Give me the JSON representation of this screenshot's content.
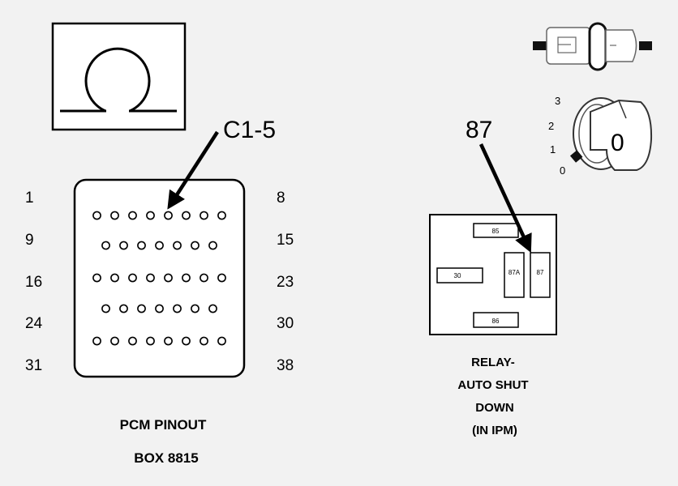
{
  "pcm": {
    "callout": "C1-5",
    "row_start_labels": [
      "1",
      "9",
      "16",
      "24",
      "31"
    ],
    "row_end_labels": [
      "8",
      "15",
      "23",
      "30",
      "38"
    ],
    "pins_per_row": [
      8,
      7,
      8,
      7,
      8
    ],
    "caption_line1": "PCM PINOUT",
    "caption_line2": "BOX 8815"
  },
  "relay": {
    "callout": "87",
    "terminals": {
      "t85": "85",
      "t30": "30",
      "t87a": "87A",
      "t87": "87",
      "t86": "86"
    },
    "caption_lines": [
      "RELAY-",
      "AUTO SHUT",
      "DOWN",
      "(IN IPM)"
    ]
  },
  "ignition": {
    "positions": [
      "3",
      "2",
      "1",
      "0"
    ],
    "current_position": "0"
  },
  "icons": {
    "ohm": "ohmmeter-symbol-icon",
    "connector": "connector-icon",
    "key": "ignition-key-icon"
  },
  "colors": {
    "background": "#f2f2f2",
    "ink": "#000000",
    "icon_outline": "#555555"
  }
}
